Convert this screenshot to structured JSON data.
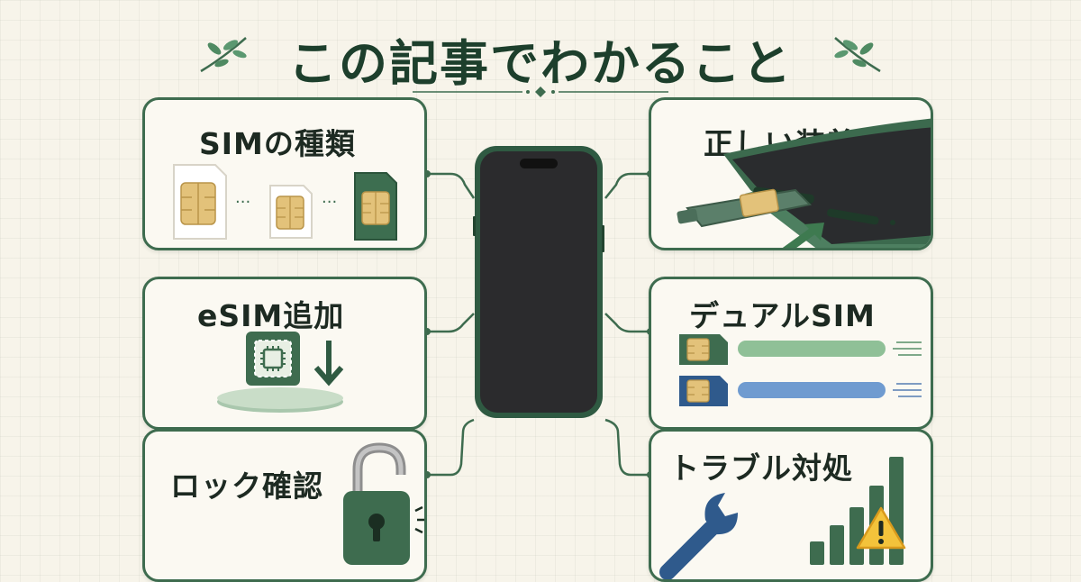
{
  "title": "この記事でわかること",
  "cards": {
    "sim_types": {
      "label": "SIMの種類",
      "dots": [
        "...",
        "..."
      ]
    },
    "correct_install": {
      "label": "正しい装着"
    },
    "esim_add": {
      "label": "eSIM追加"
    },
    "dual_sim": {
      "label": "デュアルSIM"
    },
    "lock_check": {
      "label": "ロック確認"
    },
    "troubleshoot": {
      "label": "トラブル対処"
    }
  },
  "colors": {
    "accent_green": "#3e6c4f",
    "dark_green": "#1d3f2c",
    "sim_gold": "#e3c27a",
    "blue": "#2f5a8c",
    "warning_yellow": "#f3c33b"
  },
  "icons": [
    "leaf-icon",
    "phone-icon",
    "sim-card-icon",
    "sim-tray-icon",
    "arrow-icon",
    "chip-icon",
    "download-arrow-icon",
    "padlock-icon",
    "wrench-icon",
    "signal-bars-icon",
    "warning-icon"
  ]
}
